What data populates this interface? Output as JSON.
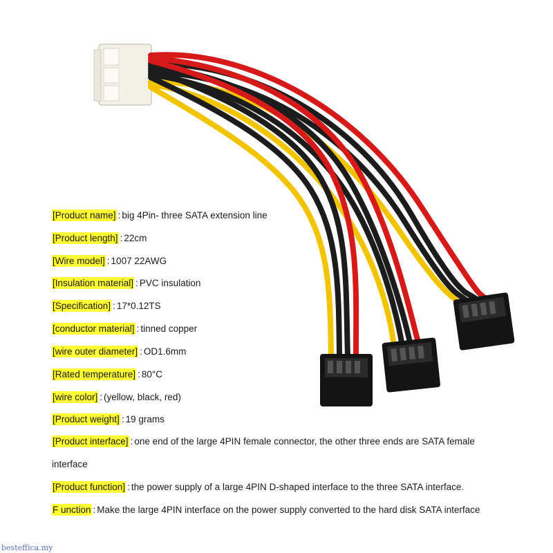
{
  "specs": [
    {
      "key": "[Product name]",
      "value": "big 4Pin- three SATA extension line"
    },
    {
      "key": "[Product length]",
      "value": "22cm"
    },
    {
      "key": "[Wire model]",
      "value": "1007 22AWG"
    },
    {
      "key": "[Insulation material]",
      "value": "PVC insulation"
    },
    {
      "key": "[Specification]",
      "value": "17*0.12TS"
    },
    {
      "key": "[conductor material]",
      "value": "tinned copper"
    },
    {
      "key": "[wire outer diameter]",
      "value": "OD1.6mm"
    },
    {
      "key": "[Rated temperature]",
      "value": "80°C"
    },
    {
      "key": "[wire color]",
      "value": "(yellow, black, red)"
    },
    {
      "key": "[Product weight]",
      "value": "19 grams"
    },
    {
      "key": "[Product interface]",
      "value": "one end of the large 4PIN female connector, the other three ends are SATA female"
    },
    {
      "key": "",
      "value": "interface"
    },
    {
      "key": "[Product function]",
      "value": "the power supply of a large 4PIN D-shaped interface to the three SATA interface."
    },
    {
      "key": "F unction",
      "value": "Make the large 4PIN interface on the power supply converted to the hard disk SATA interface"
    }
  ],
  "watermark": "besteffica.my",
  "colors": {
    "highlight": "#ffff33",
    "wire_yellow": "#f2c400",
    "wire_red": "#d61a1a",
    "wire_black": "#1c1c1c",
    "molex": "#f3f0e8",
    "sata": "#141414"
  },
  "image": {
    "subject": "molex-to-three-sata-power-cable"
  }
}
